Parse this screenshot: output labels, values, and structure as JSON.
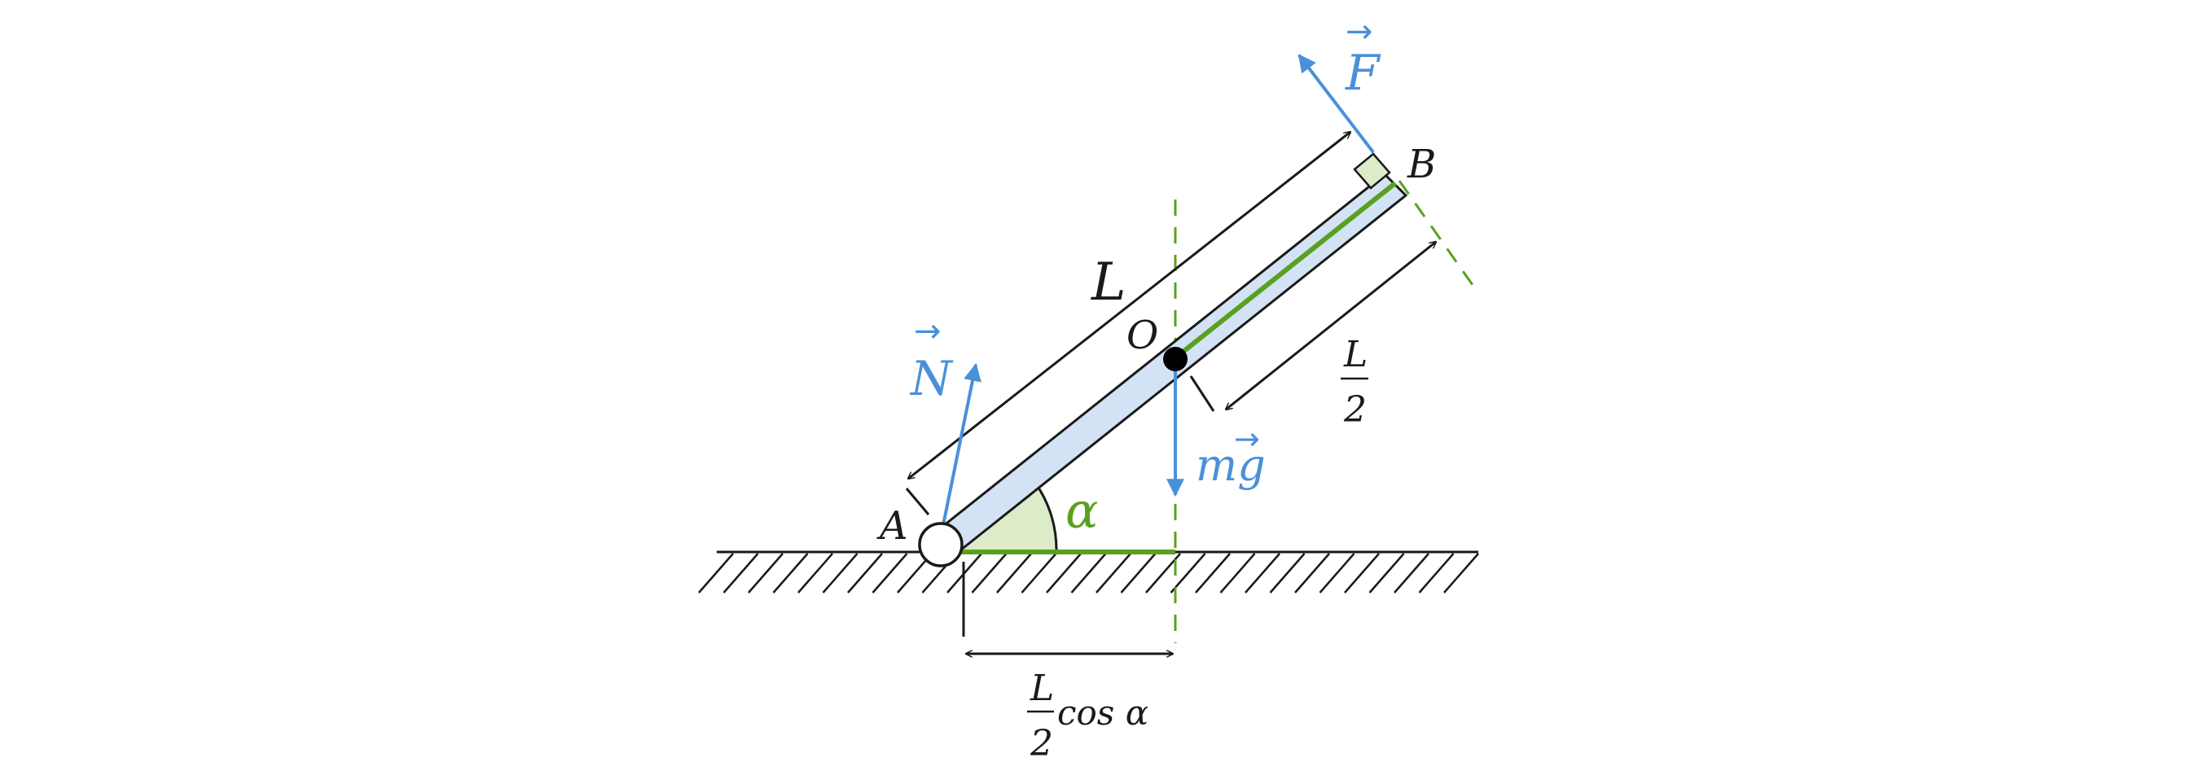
{
  "labels": {
    "point_a": "A",
    "point_b": "B",
    "point_o": "O",
    "length": "L",
    "half_length_num": "L",
    "half_length_den": "2",
    "lever_num": "L",
    "lever_den": "2",
    "lever_suffix": "cos α",
    "angle": "α",
    "force_f": "F",
    "force_n": "N",
    "weight": "mg",
    "vector_arrow": "→"
  },
  "colors": {
    "force": "#4a90d9",
    "green": "#5aa020",
    "rod_fill": "#d3e3f5",
    "angle_fill": "#dcebc8",
    "line": "#1a1a1a"
  },
  "icons": {
    "pivot": "pivot-circle",
    "center_of_mass": "filled-dot",
    "right_angle": "right-angle-square"
  }
}
